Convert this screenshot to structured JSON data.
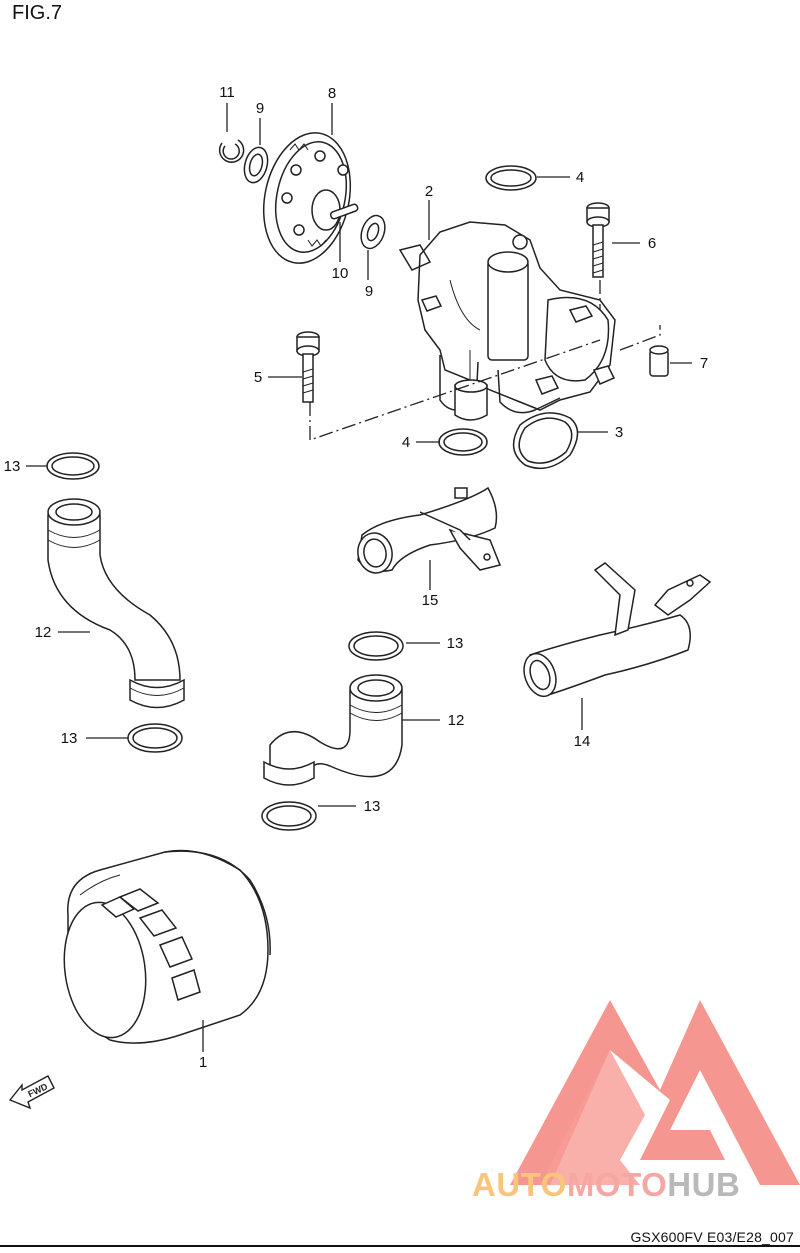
{
  "figure": {
    "title": "FIG.7",
    "code": "GSX600FV E03/E28_007",
    "fwd_label": "FWD"
  },
  "callouts": [
    {
      "id": "c11",
      "label": "11"
    },
    {
      "id": "c9a",
      "label": "9"
    },
    {
      "id": "c8",
      "label": "8"
    },
    {
      "id": "c10",
      "label": "10"
    },
    {
      "id": "c9b",
      "label": "9"
    },
    {
      "id": "c2",
      "label": "2"
    },
    {
      "id": "c4a",
      "label": "4"
    },
    {
      "id": "c6",
      "label": "6"
    },
    {
      "id": "c7",
      "label": "7"
    },
    {
      "id": "c5",
      "label": "5"
    },
    {
      "id": "c4b",
      "label": "4"
    },
    {
      "id": "c3",
      "label": "3"
    },
    {
      "id": "c13a",
      "label": "13"
    },
    {
      "id": "c15",
      "label": "15"
    },
    {
      "id": "c12a",
      "label": "12"
    },
    {
      "id": "c13b",
      "label": "13"
    },
    {
      "id": "c14",
      "label": "14"
    },
    {
      "id": "c13c",
      "label": "13"
    },
    {
      "id": "c12b",
      "label": "12"
    },
    {
      "id": "c13d",
      "label": "13"
    },
    {
      "id": "c1",
      "label": "1"
    }
  ],
  "watermark": {
    "part1": "AUTO",
    "part2": "MOTO",
    "part3": "HUB",
    "colors": {
      "triangle": "#f48c84",
      "auto": "#f9c57a",
      "moto": "#f7a7a2",
      "hub": "#b9b9b9"
    }
  }
}
